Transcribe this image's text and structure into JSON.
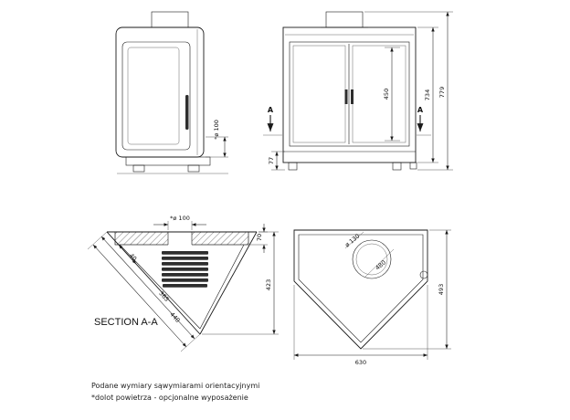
{
  "drawing": {
    "views": {
      "side": {
        "dim_rear_outlet": "*ø 100"
      },
      "front": {
        "section_marker_left": "A",
        "section_marker_right": "A",
        "dim_glass_height": "450",
        "dim_body_height": "734",
        "dim_total_height": "779",
        "dim_base_height": "77"
      },
      "section_aa": {
        "label": "SECTION A-A",
        "dim_flue": "*ø 100",
        "dim_top_band": "70",
        "dim_offset": "40",
        "dim_inner_width": "365",
        "dim_outer_width": "440",
        "dim_depth": "423"
      },
      "plan": {
        "dim_flue_diameter": "ø 130",
        "dim_flue_distance": "480",
        "dim_width": "630",
        "dim_depth": "493"
      }
    },
    "notes": [
      "Podane wymiary sąwymiarami orientacyjnymi",
      "*dolot powietrza - opcjonalne wyposażenie"
    ],
    "colors": {
      "line": "#1a1a1a",
      "background": "#ffffff"
    }
  }
}
